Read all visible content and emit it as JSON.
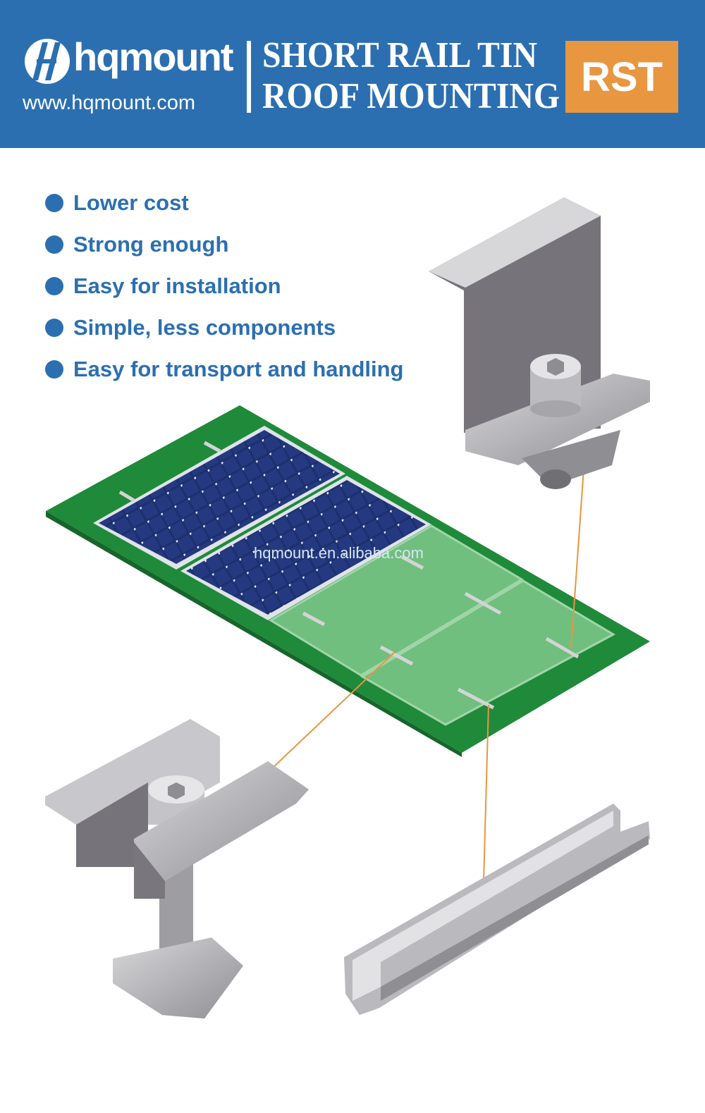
{
  "colors": {
    "brand": "#2b6fb1",
    "accent": "#e8963f",
    "roof": "#1f8a3a",
    "panel": "#1d2f6e"
  },
  "header": {
    "logo_text": "hqmount",
    "website": "www.hqmount.com",
    "title_line1": "SHORT RAIL TIN",
    "title_line2": "ROOF MOUNTING",
    "badge": "RST"
  },
  "features": [
    "Lower cost",
    "Strong enough",
    "Easy for installation",
    "Simple, less components",
    "Easy for transport and handling"
  ],
  "watermark": "hqmount.en.alibaba.com"
}
